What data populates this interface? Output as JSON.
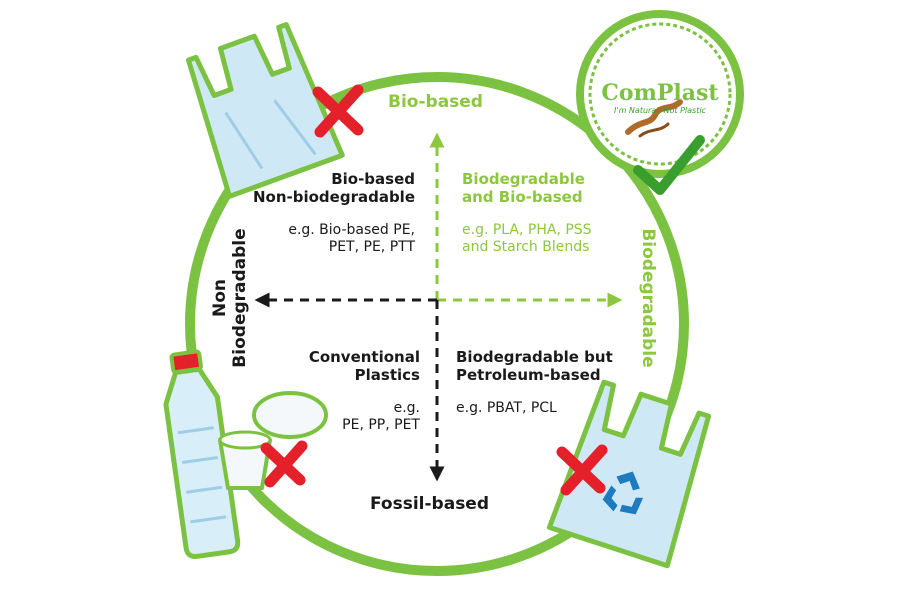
{
  "axes": {
    "top": "Bio-based",
    "bottom": "Fossil-based",
    "left": "Non\nBiodegradable",
    "right": "Biodegradable"
  },
  "quadrants": {
    "top_left": {
      "title": "Bio-based\nNon-biodegradable",
      "examples": "e.g. Bio-based PE,\nPET, PE, PTT"
    },
    "top_right": {
      "title": "Biodegradable\nand Bio-based",
      "examples": "e.g. PLA, PHA, PSS\nand Starch Blends"
    },
    "bottom_left": {
      "title": "Conventional\nPlastics",
      "examples": "e.g.\nPE, PP, PET"
    },
    "bottom_right": {
      "title": "Biodegradable but\nPetroleum-based",
      "examples": "e.g. PBAT, PCL"
    }
  },
  "logo": {
    "name": "ComPlast",
    "tagline": "I'm Natural, Not Plastic"
  },
  "colors": {
    "green": "#8dc63f",
    "circle_green": "#7cc242",
    "dark_green": "#3a9e2f",
    "red": "#e4202a",
    "black": "#1a1a1a"
  },
  "icons": [
    "plastic-bag-icon",
    "bottle-icon",
    "container-icon",
    "recycle-bag-icon",
    "x-mark-icon",
    "check-mark-icon",
    "worm-icon"
  ]
}
